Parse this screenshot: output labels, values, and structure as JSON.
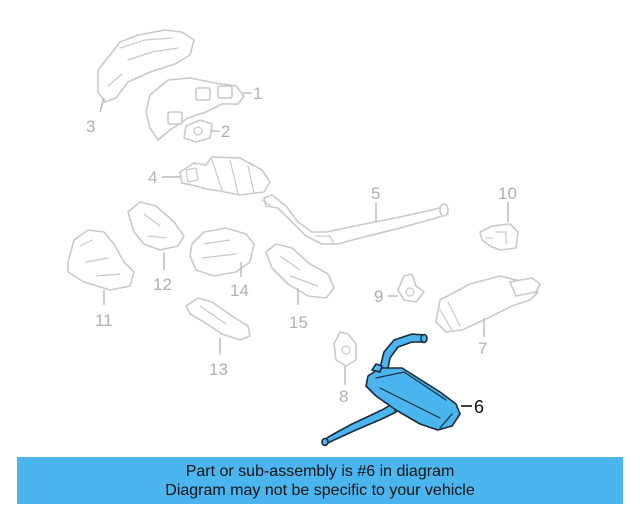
{
  "diagram": {
    "highlight_color": "#4ab5ee",
    "callouts": [
      {
        "id": "1",
        "label": "1"
      },
      {
        "id": "2",
        "label": "2"
      },
      {
        "id": "3",
        "label": "3"
      },
      {
        "id": "4",
        "label": "4"
      },
      {
        "id": "5",
        "label": "5"
      },
      {
        "id": "6",
        "label": "6",
        "highlighted": true
      },
      {
        "id": "7",
        "label": "7"
      },
      {
        "id": "8",
        "label": "8"
      },
      {
        "id": "9",
        "label": "9"
      },
      {
        "id": "10",
        "label": "10"
      },
      {
        "id": "11",
        "label": "11"
      },
      {
        "id": "12",
        "label": "12"
      },
      {
        "id": "13",
        "label": "13"
      },
      {
        "id": "14",
        "label": "14"
      },
      {
        "id": "15",
        "label": "15"
      }
    ]
  },
  "banner": {
    "line1": "Part or sub-assembly is #6 in diagram",
    "line2": "Diagram may not be specific to your vehicle",
    "color": "#4ab5ee"
  }
}
